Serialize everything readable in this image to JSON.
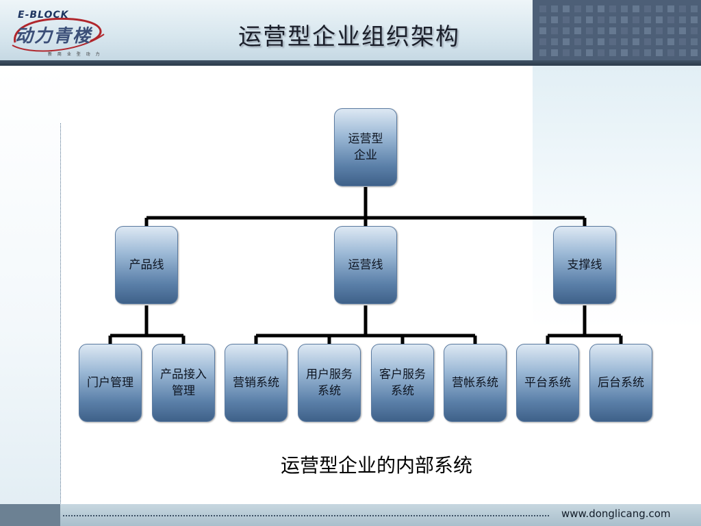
{
  "header": {
    "title": "运营型企业组织架构",
    "logo": {
      "eblock": "E-BLOCK",
      "brand": "动力青楼",
      "tagline": "新 商 业 型 动 力"
    }
  },
  "org_chart": {
    "root": "运营型\n企业",
    "lines": [
      "产品线",
      "运营线",
      "支撑线"
    ],
    "product_line": [
      "门户管理",
      "产品接入\n管理"
    ],
    "operation_line": [
      "营销系统",
      "用户服务\n系统",
      "客户服务\n系统",
      "营帐系统"
    ],
    "support_line": [
      "平台系统",
      "后台系统"
    ]
  },
  "caption": "运营型企业的内部系统",
  "footer": {
    "url": "www.donglicang.com"
  },
  "colors": {
    "box_top": "#dde8f3",
    "box_bottom": "#3f6189",
    "line": "#000000",
    "header_dark": "#2b3a4a"
  }
}
